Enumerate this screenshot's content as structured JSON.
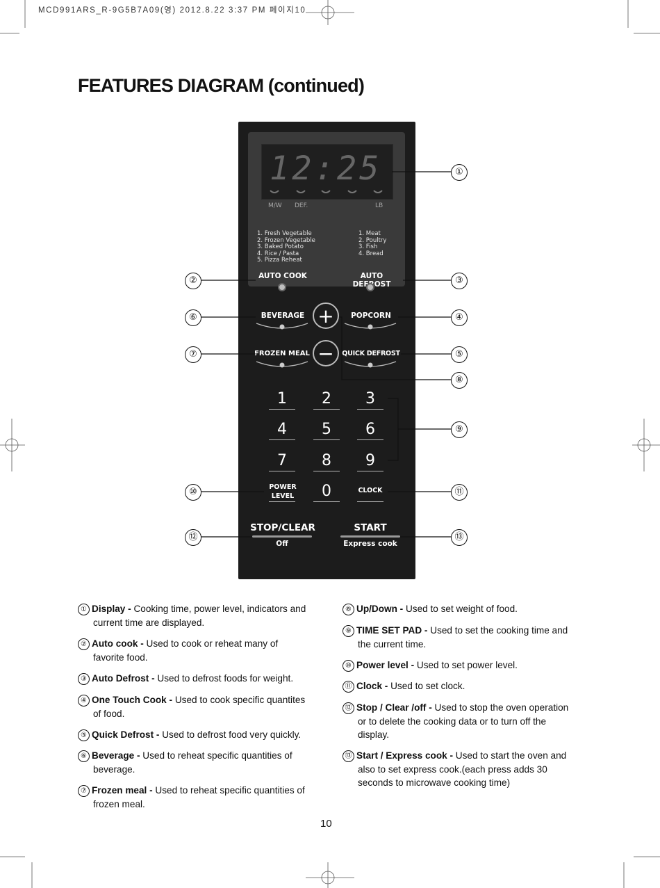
{
  "header": {
    "file_info": "MCD991ARS_R-9G5B7A09(영) 2012.8.22 3:37 PM 페이지10"
  },
  "title": "FEATURES DIAGRAM (continued)",
  "panel": {
    "display_time": "12:25",
    "indicators": {
      "mw": "M/W",
      "def": "DEF.",
      "lb": "LB"
    },
    "auto_cook_list": [
      "1. Fresh Vegetable",
      "2. Frozen Vegetable",
      "3. Baked Potato",
      "4. Rice / Pasta",
      "5. Pizza Reheat"
    ],
    "auto_defrost_list": [
      "1. Meat",
      "2. Poultry",
      "3. Fish",
      "4. Bread"
    ],
    "auto_cook": "AUTO COOK",
    "auto_defrost": "AUTO DEFROST",
    "beverage": "BEVERAGE",
    "popcorn": "POPCORN",
    "frozen_meal": "FROZEN MEAL",
    "quick_defrost": "QUICK DEFROST",
    "plus": "+",
    "minus": "−",
    "digits": [
      "1",
      "2",
      "3",
      "4",
      "5",
      "6",
      "7",
      "8",
      "9",
      "0"
    ],
    "power_level": [
      "POWER",
      "LEVEL"
    ],
    "clock": "CLOCK",
    "stop_clear": "STOP/CLEAR",
    "off": "Off",
    "start": "START",
    "express_cook": "Express cook"
  },
  "callouts": [
    "①",
    "②",
    "③",
    "④",
    "⑤",
    "⑥",
    "⑦",
    "⑧",
    "⑨",
    "⑩",
    "⑪",
    "⑫",
    "⑬"
  ],
  "descriptions_left": [
    {
      "n": "①",
      "term": "Display -",
      "text": " Cooking time, power level, indicators and",
      "cont": "current time are displayed."
    },
    {
      "n": "②",
      "term": "Auto cook -",
      "text": " Used to cook or reheat many of",
      "cont": "favorite food."
    },
    {
      "n": "③",
      "term": "Auto Defrost -",
      "text": " Used to defrost foods for weight.",
      "cont": ""
    },
    {
      "n": "④",
      "term": "One Touch Cook -",
      "text": " Used to cook specific quantites",
      "cont": "of food."
    },
    {
      "n": "⑤",
      "term": "Quick Defrost  -",
      "text": " Used to defrost food very quickly.",
      "cont": ""
    },
    {
      "n": "⑥",
      "term": "Beverage -",
      "text": " Used to reheat specific quantities of",
      "cont": "beverage."
    },
    {
      "n": "⑦",
      "term": "Frozen meal -",
      "text": " Used to reheat specific quantities of",
      "cont": "frozen meal."
    }
  ],
  "descriptions_right": [
    {
      "n": "⑧",
      "term": "Up/Down -",
      "text": " Used to set weight of food.",
      "cont": ""
    },
    {
      "n": "⑨",
      "term": "TIME SET PAD -",
      "text": " Used to set the cooking time and",
      "cont": "the current time."
    },
    {
      "n": "⑩",
      "term": "Power level -",
      "text": " Used to set power level.",
      "cont": ""
    },
    {
      "n": "⑪",
      "term": "Clock -",
      "text": " Used to set clock.",
      "cont": ""
    },
    {
      "n": "⑫",
      "term": "Stop / Clear /off -",
      "text": " Used to stop the oven operation",
      "cont": "or to delete the cooking data or to turn off the display."
    },
    {
      "n": "⑬",
      "term": "Start / Express cook -",
      "text": " Used to start the oven and",
      "cont": "also to set express cook.(each press adds 30 seconds to microwave cooking time)"
    }
  ],
  "page_number": "10"
}
